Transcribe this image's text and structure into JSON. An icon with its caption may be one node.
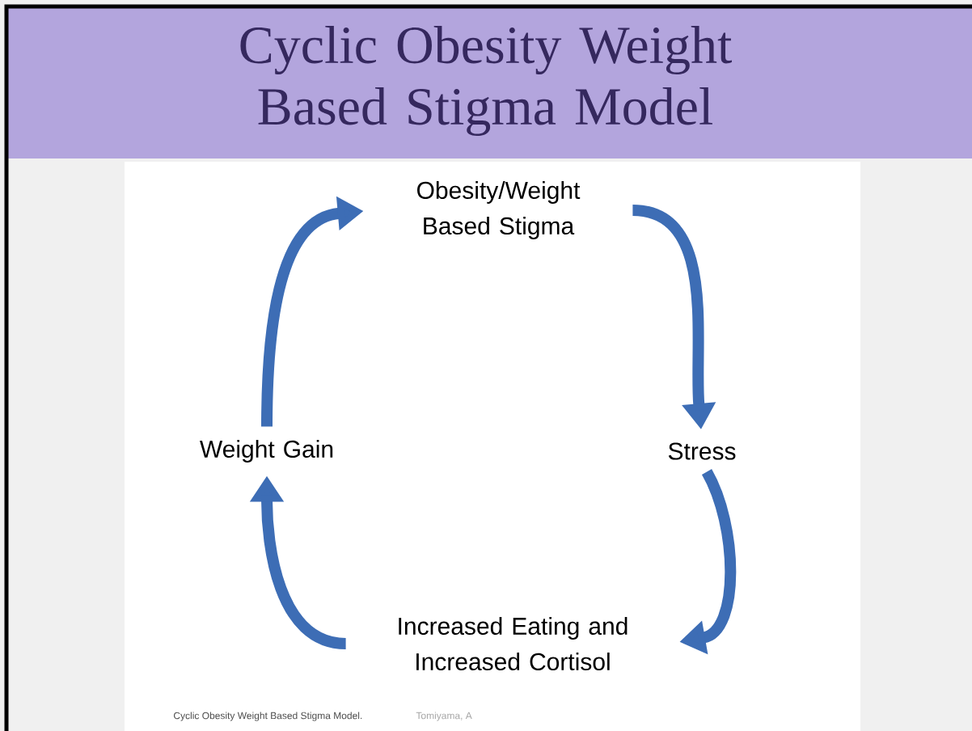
{
  "diagram": {
    "title": "Cyclic Obesity Weight Based Stigma Model",
    "caption": "Cyclic Obesity Weight Based Stigma Model.",
    "nodes": [
      {
        "text": [
          "Obesity/Weight Based Stigma"
        ]
      },
      {
        "text": [
          "Stress"
        ]
      },
      {
        "text": [
          "Increased Eating and Increased Cortisol"
        ]
      },
      {
        "text": [
          "Weight Gain"
        ]
      }
    ],
    "edges": [
      {
        "from": 0,
        "to": 1,
        "arrow": "to"
      },
      {
        "from": 1,
        "to": 2,
        "arrow": "to"
      },
      {
        "from": 2,
        "to": 3,
        "arrow": "to"
      },
      {
        "from": 3,
        "to": 0,
        "arrow": "to"
      }
    ],
    "labels": [
      "Tomiyama, A"
    ]
  }
}
